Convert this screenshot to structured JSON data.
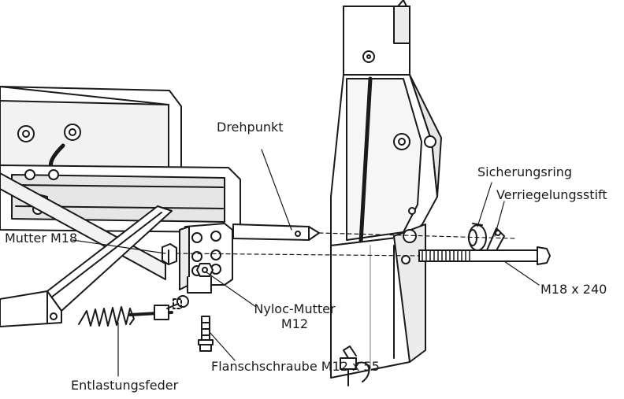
{
  "labels": {
    "drehpunkt": "Drehpunkt",
    "sicherungsring": "Sicherungsring",
    "verriegelungsstift": "Verriegelungsstift",
    "mutter_m18": "Mutter M18",
    "m18x240": "M18 x 240",
    "nyloc_line1": "Nyloc-Mutter",
    "nyloc_line2": "M12",
    "flanschschraube": "Flanschschraube M12 x 55",
    "entlastungsfeder": "Entlastungsfeder"
  },
  "colors": {
    "line": "#1a1a1a",
    "fill": "#ffffff",
    "shade": "#d9d9d9"
  }
}
